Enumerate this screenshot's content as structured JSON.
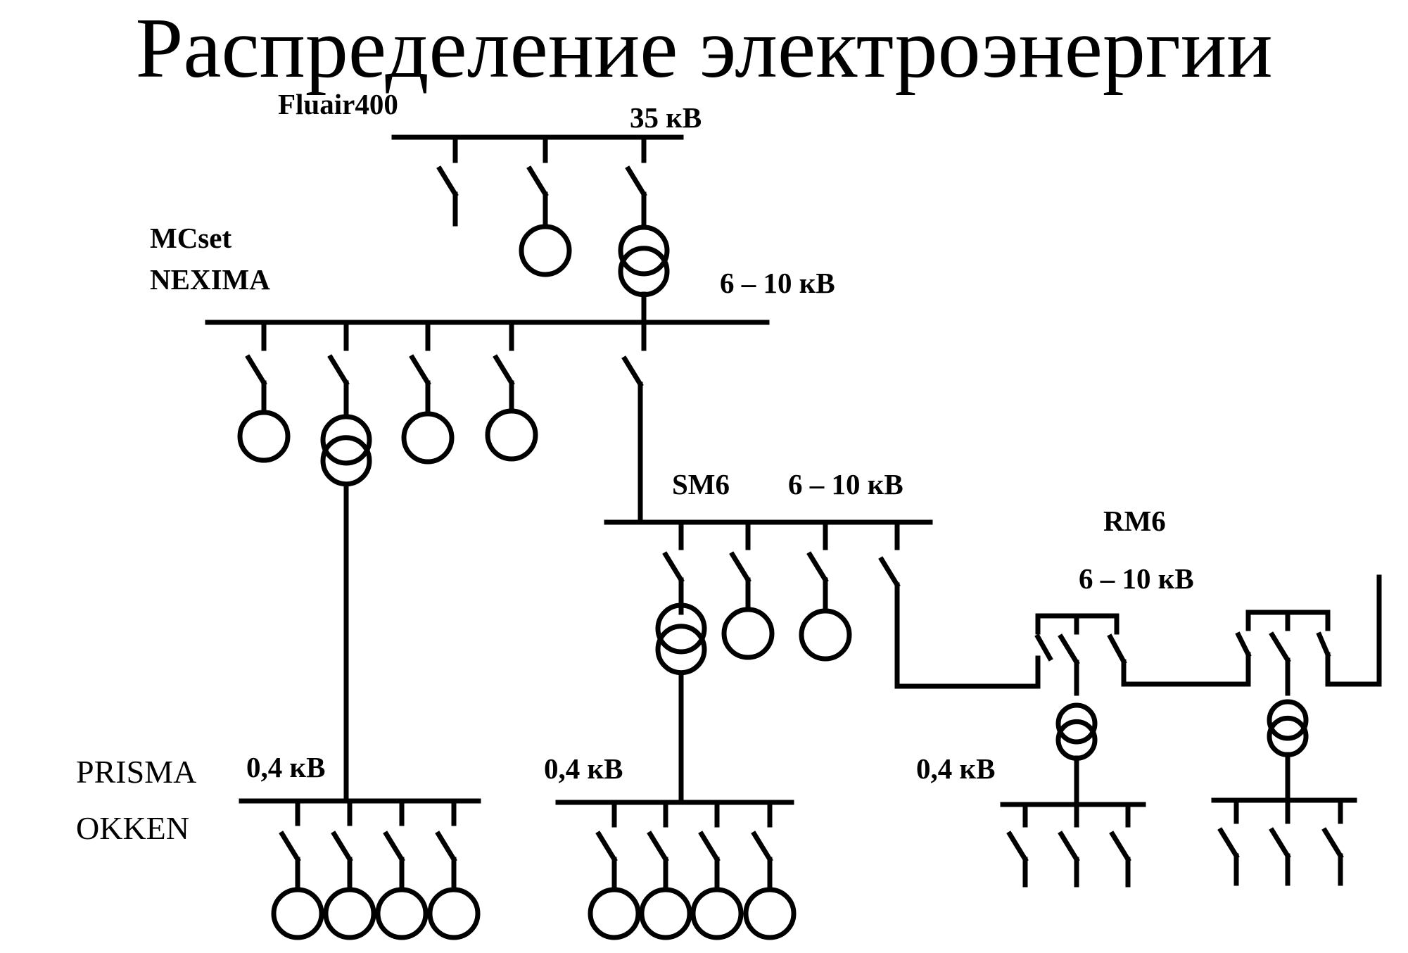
{
  "title": "Распределение электроэнергии",
  "labels": {
    "fluair": "Fluair400",
    "v35": "35 кВ",
    "mcset": "MCset",
    "nexima": "NEXIMA",
    "v6_10_main": "6 – 10 кВ",
    "sm6": "SM6",
    "v6_10_sm6": "6 – 10 кВ",
    "rm6": "RM6",
    "v6_10_rm6": "6 – 10 кВ",
    "prisma": "PRISMA",
    "okken": "OKKEN",
    "v04_a": "0,4 кВ",
    "v04_b": "0,4 кВ",
    "v04_c": "0,4 кВ"
  },
  "colors": {
    "ink": "#000000",
    "background": "#ffffff"
  }
}
